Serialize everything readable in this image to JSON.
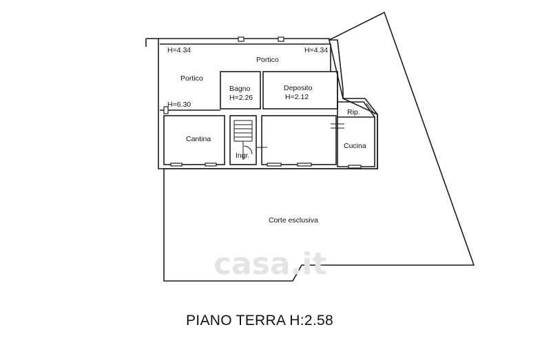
{
  "drawing": {
    "title": "PIANO TERRA H:2.58",
    "watermark": "casa.it"
  },
  "rooms": {
    "portico_left": "Portico",
    "portico_top": "Portico",
    "bagno": "Bagno",
    "deposito": "Deposito",
    "cantina": "Cantina",
    "ingresso": "Ingr.",
    "ripostiglio": "Rip.",
    "cucina": "Cucina",
    "corte": "Corte esclusiva"
  },
  "heights": {
    "portico_left": "H=4.34",
    "portico_right": "H=4.34",
    "portico_lower": "H=6.30",
    "bagno": "H=2.26",
    "deposito": "H=2.12"
  },
  "colors": {
    "line": "#1a1a1a",
    "watermark": "#e4e4e4"
  }
}
